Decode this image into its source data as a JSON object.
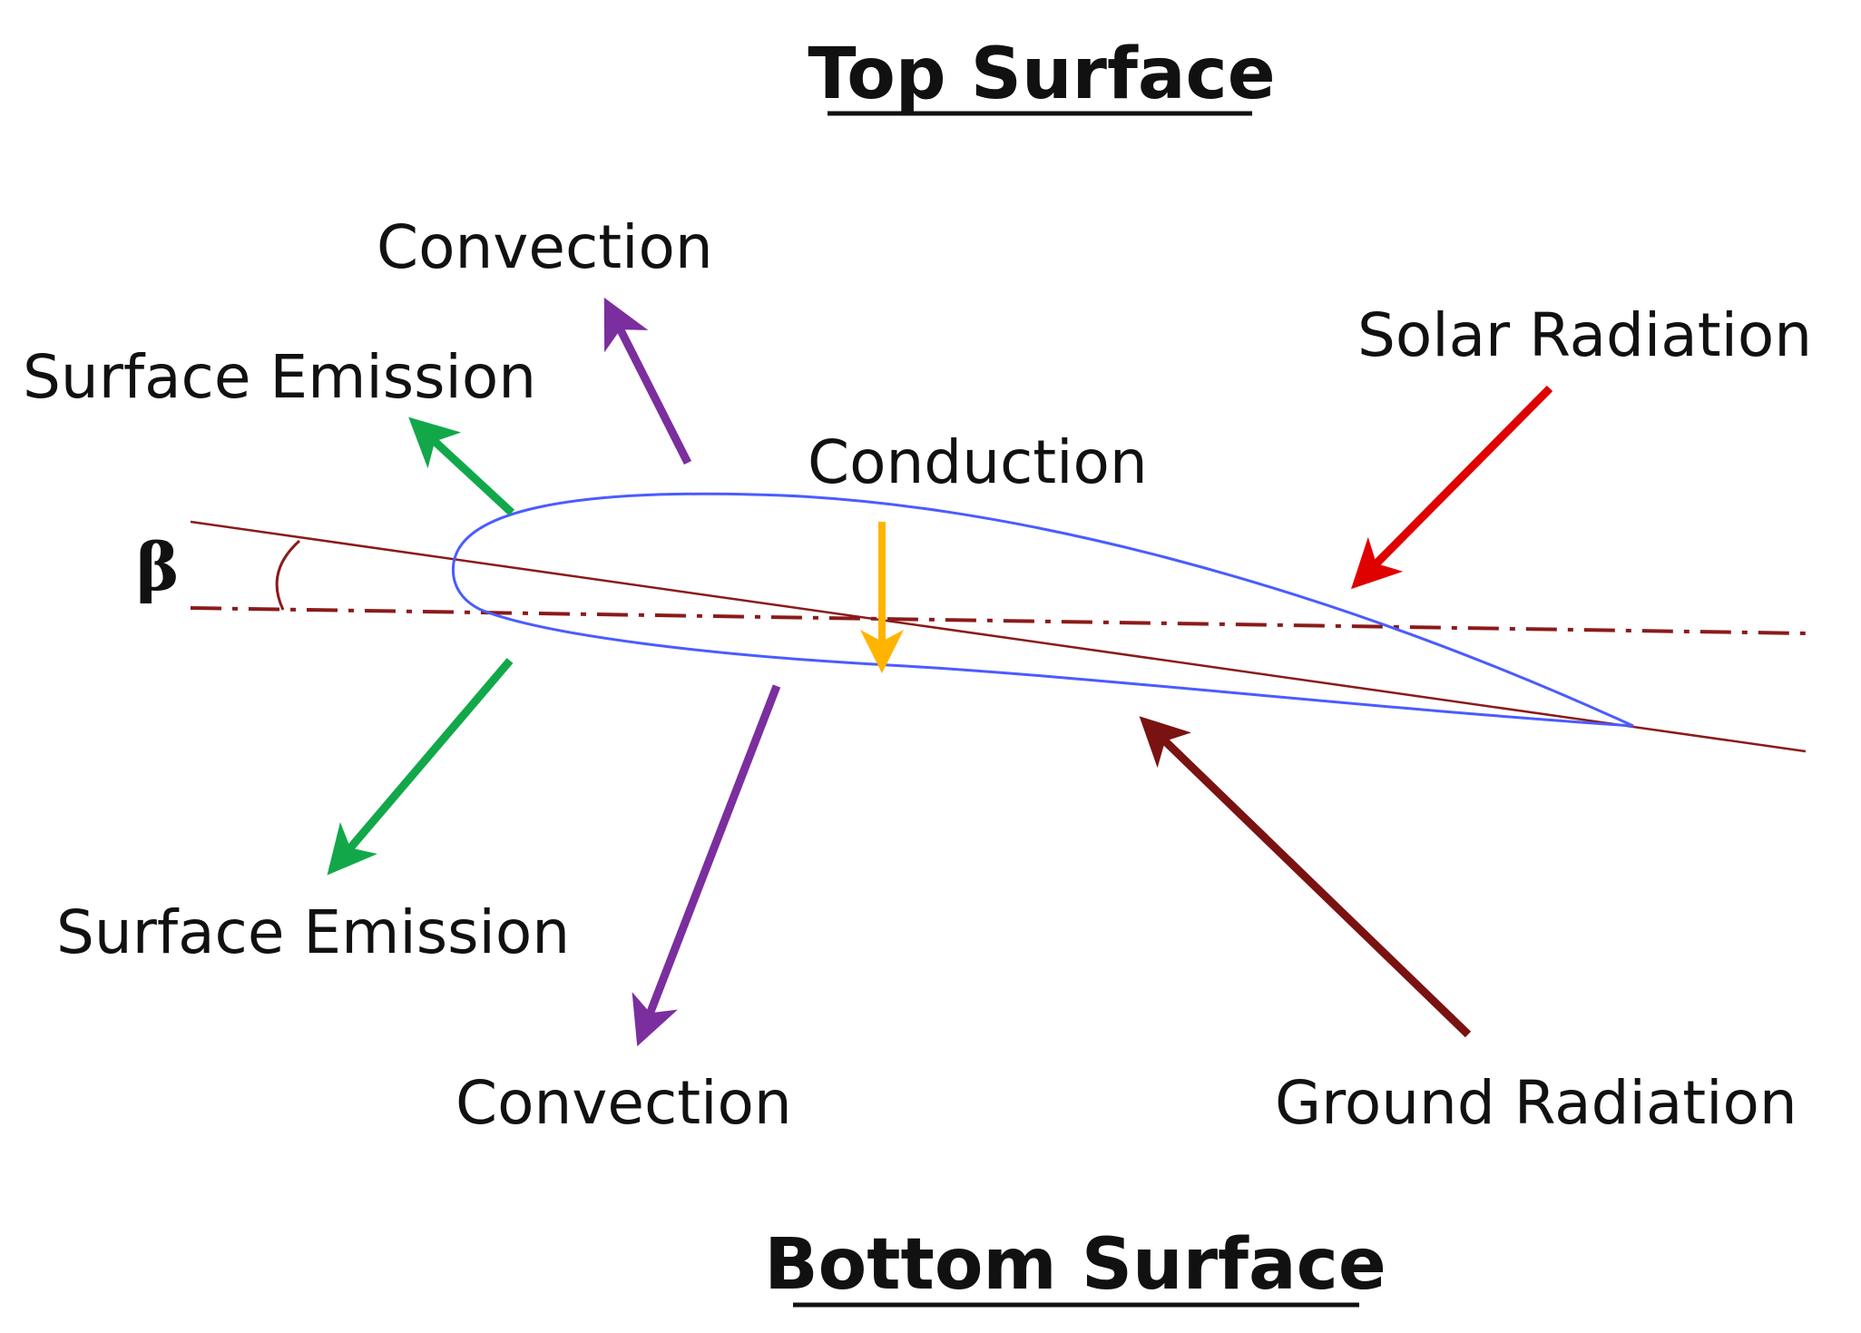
{
  "headings": {
    "top": "Top Surface",
    "bottom": "Bottom Surface"
  },
  "labels": {
    "convection_top": "Convection",
    "surface_emission_top": "Surface Emission",
    "conduction": "Conduction",
    "solar_radiation": "Solar Radiation",
    "surface_emission_bottom": "Surface Emission",
    "convection_bottom": "Convection",
    "ground_radiation": "Ground Radiation",
    "angle": "β"
  },
  "colors": {
    "convection": "#7B2E9E",
    "surface_emission": "#12A84A",
    "conduction": "#FFB400",
    "solar_radiation": "#E00000",
    "ground_radiation": "#7A1212",
    "airfoil": "#4A5CFF",
    "chord_line": "#8B1A1A",
    "reference_line": "#8B1A1A"
  }
}
